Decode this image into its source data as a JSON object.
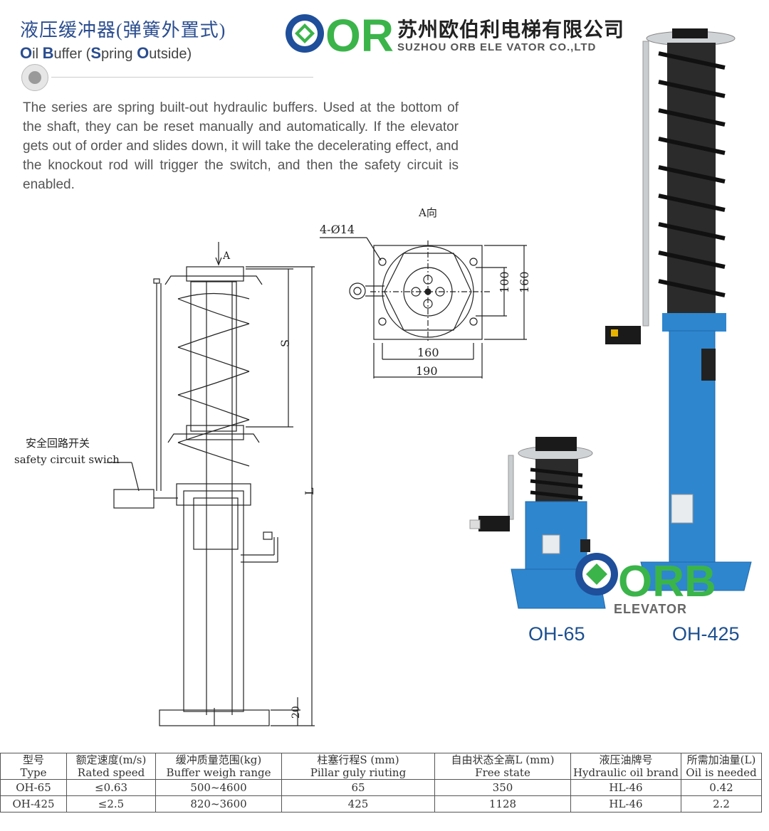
{
  "header": {
    "title_cn": "液压缓冲器(弹簧外置式)",
    "title_en_parts": [
      "O",
      "il ",
      "B",
      "uffer (",
      "S",
      "pring ",
      "O",
      "utside)"
    ],
    "description": "The series are spring built-out hydraulic buffers. Used at the bottom of the shaft, they can be reset manually and automatically. If the elevator gets out of order and slides down, it will take the decelerating effect, and the knockout rod will trigger the switch, and then the safety circuit is enabled."
  },
  "company": {
    "logo_text": "ORB",
    "name_cn": "苏州欧伯利电梯有限公司",
    "name_en": "SUZHOU ORB ELE VATOR CO.,LTD",
    "watermark_text": "ORB",
    "watermark_sub": "ELEVATOR"
  },
  "drawing": {
    "view_label": "A向",
    "hole_label": "4-Ø14",
    "arrow_label": "A",
    "dim_100": "100",
    "dim_160_v": "160",
    "dim_160_h": "160",
    "dim_190": "190",
    "stroke_label": "S",
    "length_label": "L",
    "base_label": "20",
    "switch_label_cn": "安全回路开关",
    "switch_label_en": "safety circuit swich"
  },
  "models": {
    "small": "OH-65",
    "large": "OH-425"
  },
  "colors": {
    "brand_blue": "#2a4d8f",
    "buffer_blue": "#2e86cf",
    "logo_green": "#3bb44a"
  },
  "table": {
    "headers": [
      {
        "cn": "型号",
        "en": "Type"
      },
      {
        "cn": "额定速度(m/s)",
        "en": "Rated speed"
      },
      {
        "cn": "缓冲质量范围(kg)",
        "en": "Buffer weigh range"
      },
      {
        "cn": "柱塞行程S (mm)",
        "en": "Pillar guly riuting"
      },
      {
        "cn": "自由状态全高L (mm)",
        "en": "Free state"
      },
      {
        "cn": "液压油牌号",
        "en": "Hydraulic oil brand"
      },
      {
        "cn": "所需加油量(L)",
        "en": "Oil is needed"
      }
    ],
    "rows": [
      [
        "OH-65",
        "≤0.63",
        "500~4600",
        "65",
        "350",
        "HL-46",
        "0.42"
      ],
      [
        "OH-425",
        "≤2.5",
        "820~3600",
        "425",
        "1128",
        "HL-46",
        "2.2"
      ]
    ]
  }
}
